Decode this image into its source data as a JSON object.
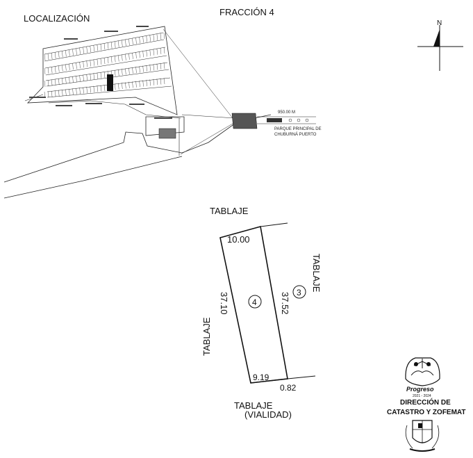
{
  "header": {
    "location_title": "LOCALIZACIÓN",
    "fraction_title": "FRACCIÓN 4"
  },
  "north_arrow": {
    "label": "N"
  },
  "location_map": {
    "distance_label": "950.00 M",
    "park_label_line1": "PARQUE PRINCIPAL DE",
    "park_label_line2": "CHUBURNÁ PUERTO"
  },
  "lot_plan": {
    "top_label": "TABLAJE",
    "right_label": "TABLAJE",
    "left_label": "TABLAJE",
    "bottom_label_line1": "TABLAJE",
    "bottom_label_line2": "(VIALIDAD)",
    "front_dimension": "10.00",
    "left_dimension": "37.10",
    "right_dimension": "37.52",
    "bottom_dimension": "9.19",
    "bottom_offset": "0.82",
    "lot_number": "4",
    "neighbor_lot_number": "3"
  },
  "seal": {
    "city": "Progreso",
    "period": "2021 - 2024",
    "office_line1": "DIRECCIÓN DE",
    "office_line2": "CATASTRO Y ZOFEMAT"
  },
  "colors": {
    "ink": "#111111",
    "paper": "#ffffff"
  }
}
